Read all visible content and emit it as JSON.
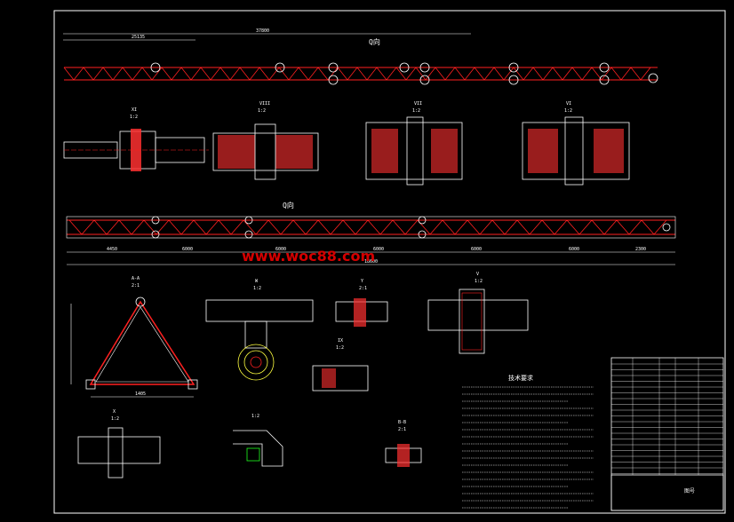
{
  "watermark": "www.woc88.com",
  "views": {
    "q_top": "Q向",
    "q_bottom": "Q向",
    "section_aa": "A-A",
    "section_bb": "B-B",
    "view_x": "X",
    "view_w": "W",
    "view_y": "Y",
    "view_v": "V",
    "view_ix": "IX",
    "view_vi": "VI",
    "view_vii": "VII",
    "view_viii": "VIII",
    "view_xi": "XI"
  },
  "scales": {
    "s12": "1:2",
    "s21": "2:1"
  },
  "dimensions": {
    "top_overall": "37800",
    "top_partial": "25135",
    "bottom_overall": "18600",
    "seg_a": "4450",
    "seg_b": "6000",
    "seg_c": "2300",
    "tri_base": "1405"
  },
  "notes": {
    "title": "技术要求"
  },
  "title_block": {
    "drawing_no": "图号"
  },
  "colors": {
    "line_white": "#ffffff",
    "line_red": "#ff2020",
    "line_yellow": "#ffff40",
    "line_green": "#20ff20",
    "line_cyan": "#00ffff",
    "hatch_red": "#ff3030",
    "border": "#ffffff",
    "watermark": "#d50000"
  }
}
